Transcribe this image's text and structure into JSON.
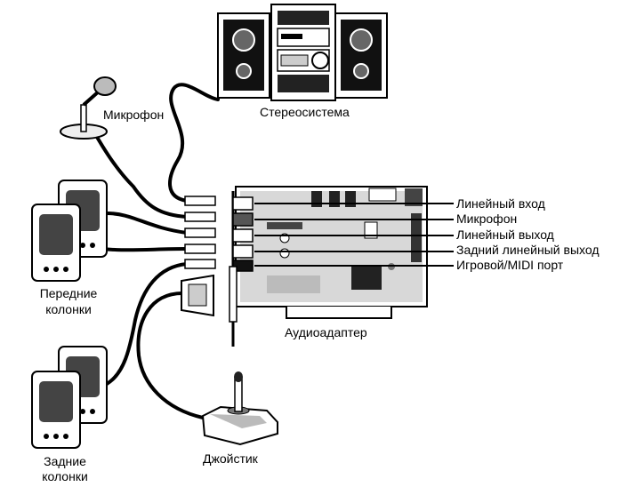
{
  "devices": {
    "stereo": "Стереосистема",
    "microphone": "Микрофон",
    "front_speakers": [
      "Передние",
      "колонки"
    ],
    "rear_speakers": [
      "Задние",
      "колонки"
    ],
    "audio_adapter": "Аудиоадаптер",
    "joystick": "Джойстик"
  },
  "ports": [
    "Линейный вход",
    "Микрофон",
    "Линейный выход",
    "Задний линейный выход",
    "Игровой/MIDI порт"
  ]
}
